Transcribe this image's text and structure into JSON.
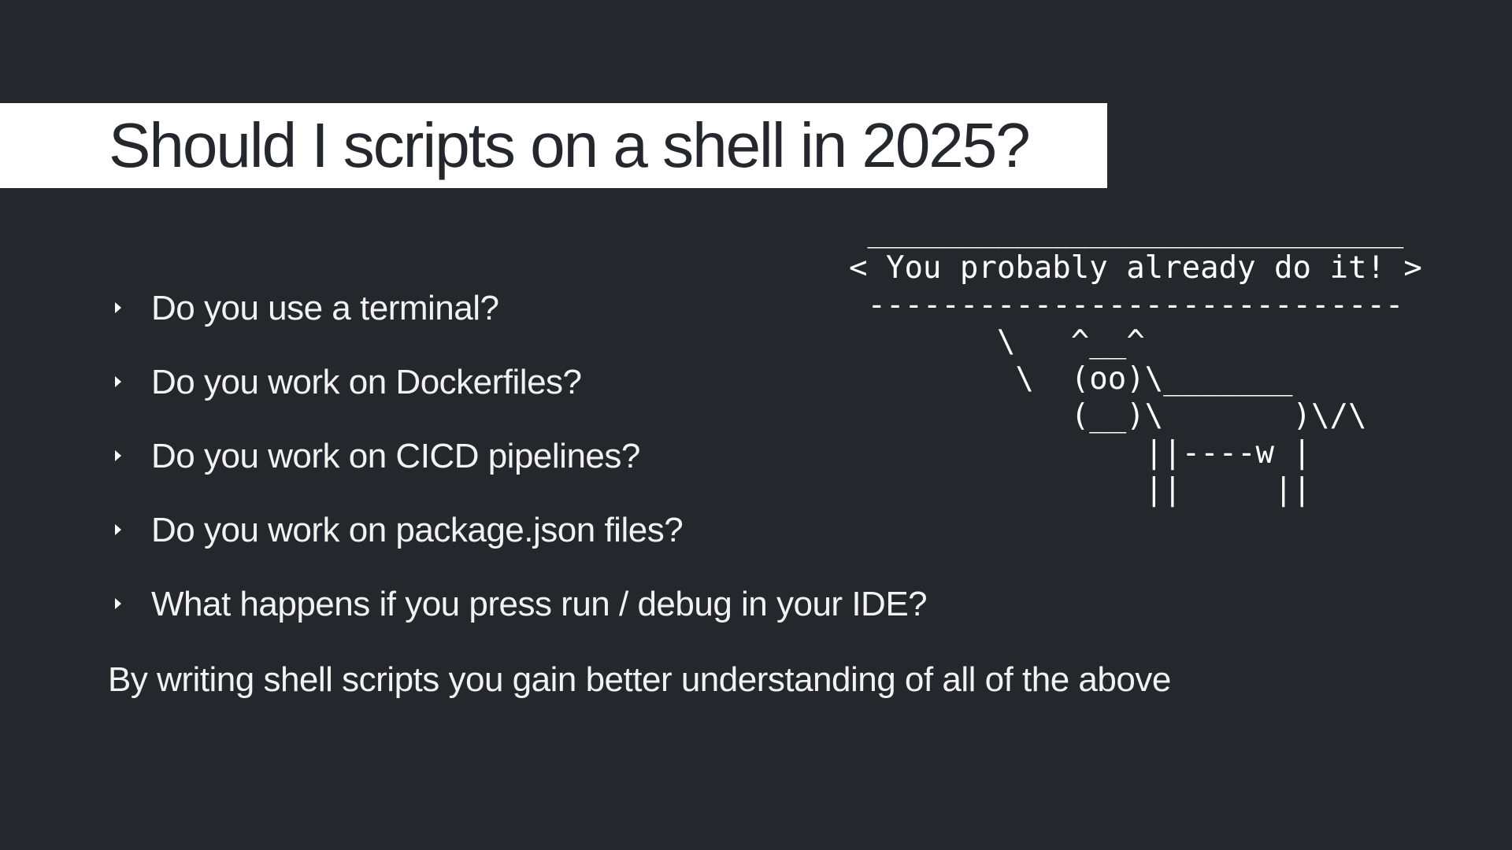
{
  "slide": {
    "title": "Should I scripts on a shell in 2025?",
    "bullets": [
      "Do you use a terminal?",
      "Do you work on Dockerfiles?",
      "Do you work on CICD pipelines?",
      "Do you work on package.json files?",
      "What happens if you press run / debug in your IDE?"
    ],
    "summary": "By writing shell scripts you gain better understanding of all of the above",
    "cowsay": " _____________________________\n< You probably already do it! >\n -----------------------------\n        \\   ^__^\n         \\  (oo)\\_______\n            (__)\\       )\\/\\\n                ||----w |\n                ||     ||"
  },
  "colors": {
    "background": "#24282c",
    "title_band": "#ffffff",
    "title_text": "#24282c",
    "text": "#f2f2f2"
  }
}
